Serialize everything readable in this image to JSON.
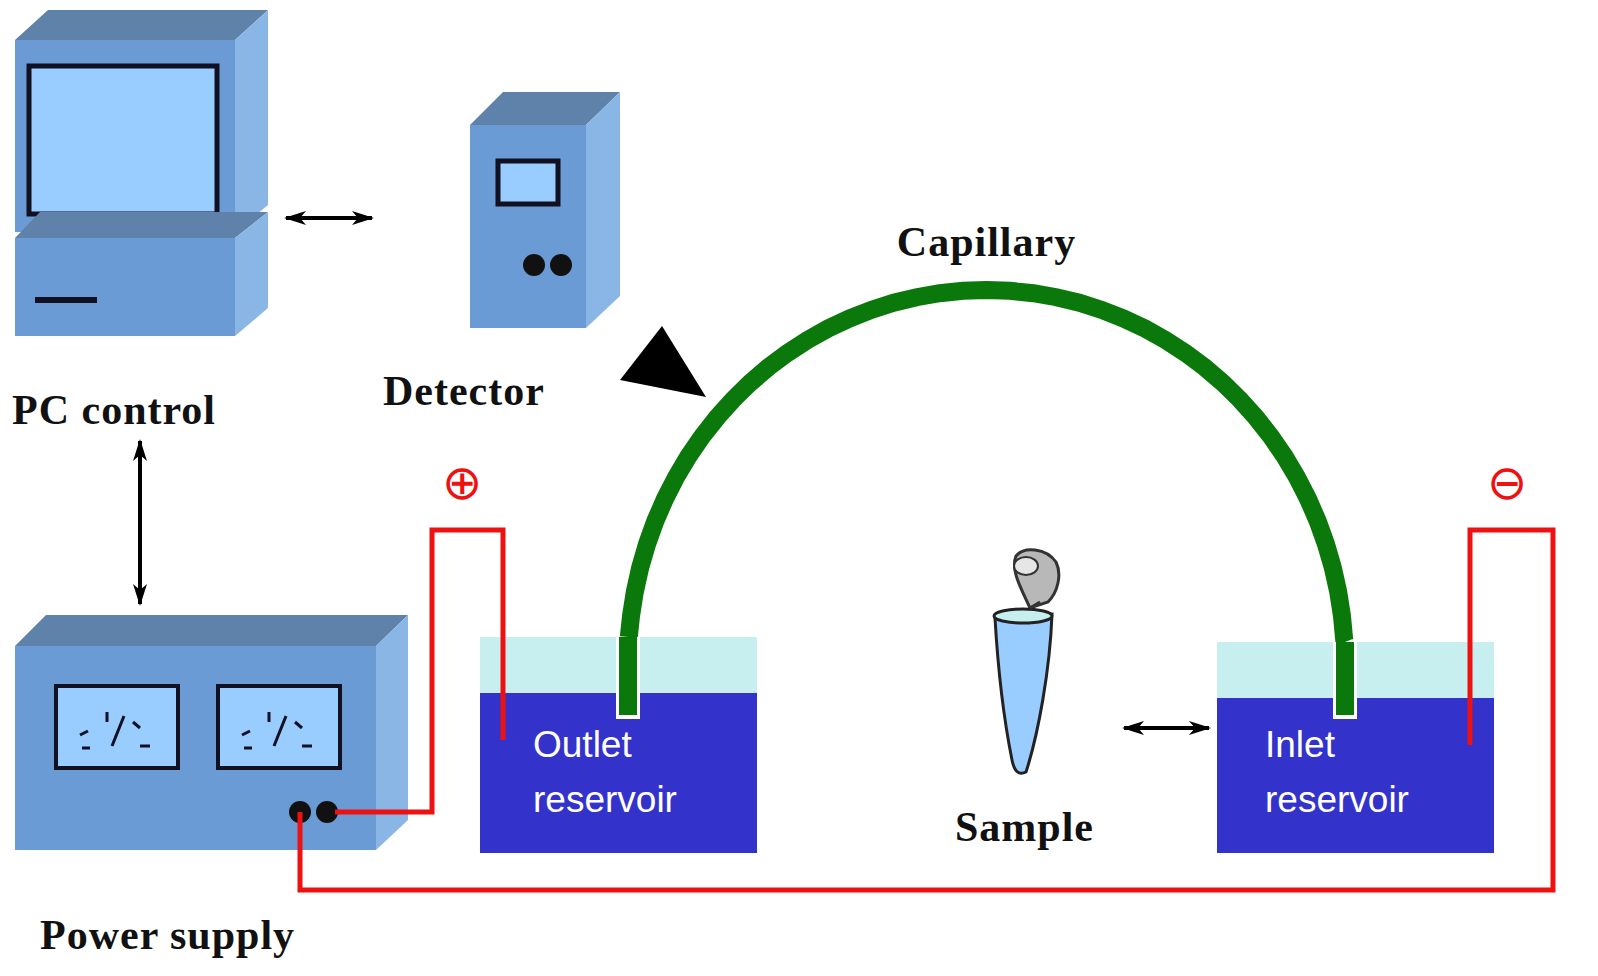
{
  "diagram": {
    "nodes": [
      {
        "text": [
          "PC control"
        ]
      },
      {
        "text": [
          "Detector"
        ]
      },
      {
        "text": [
          "Power supply"
        ]
      },
      {
        "text": [
          "Outlet reservoir"
        ]
      },
      {
        "text": [
          "Sample"
        ]
      },
      {
        "text": [
          "Inlet reservoir"
        ]
      }
    ],
    "edges": [
      {
        "from": 0,
        "to": 1,
        "arrow": "both"
      },
      {
        "from": 0,
        "to": 2,
        "arrow": "both"
      },
      {
        "from": 4,
        "to": 5,
        "arrow": "both"
      },
      {
        "from": 3,
        "to": 5,
        "arrow": "none",
        "label": "Capillary"
      },
      {
        "from": 2,
        "to": 3,
        "arrow": "none"
      },
      {
        "from": 2,
        "to": 5,
        "arrow": "none"
      }
    ],
    "labels": [
      "⊕",
      "⊖"
    ]
  }
}
